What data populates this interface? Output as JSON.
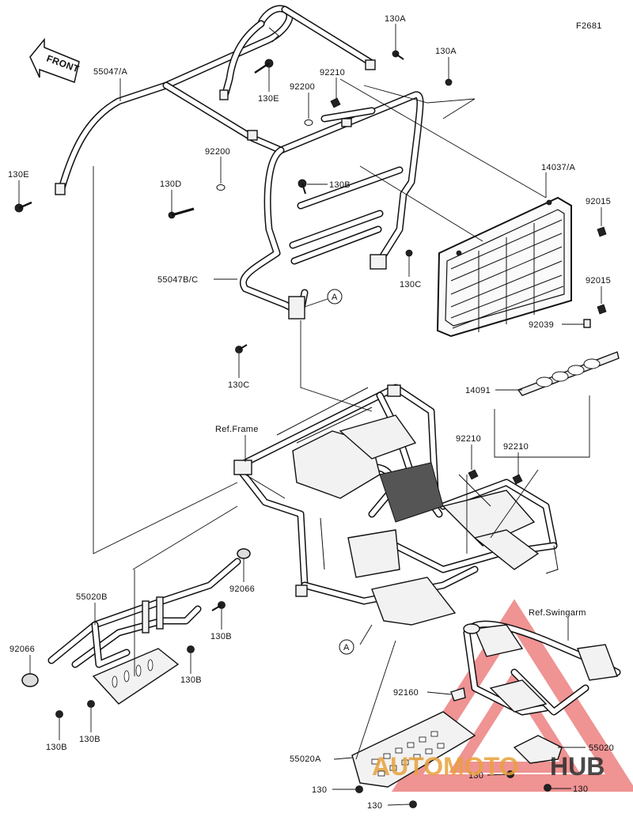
{
  "figure_id": "F2681",
  "front_arrow": "FRONT",
  "labels": {
    "p55047A": "55047/A",
    "p130E_top": "130E",
    "p130E_left": "130E",
    "p130A_1": "130A",
    "p130A_2": "130A",
    "p92210_top": "92210",
    "p92200_top": "92200",
    "p92200_mid": "92200",
    "p130D": "130D",
    "p130B_top": "130B",
    "p14037A": "14037/A",
    "p92015_1": "92015",
    "p92015_2": "92015",
    "p55047BC": "55047B/C",
    "p130C_1": "130C",
    "p130C_2": "130C",
    "p92039": "92039",
    "p14091": "14091",
    "refFrame": "Ref.Frame",
    "p92210_a": "92210",
    "p92210_b": "92210",
    "p92066_r": "92066",
    "p92066_l": "92066",
    "p55020B": "55020B",
    "p130B_1": "130B",
    "p130B_2": "130B",
    "p130B_3": "130B",
    "p130B_4": "130B",
    "refSwingarm": "Ref.Swingarm",
    "p92160": "92160",
    "p55020A": "55020A",
    "p55020": "55020",
    "p130_1": "130",
    "p130_2": "130",
    "p130_3": "130",
    "p130_4": "130",
    "refA_1": "A",
    "refA_2": "A"
  },
  "watermark": {
    "part1": "AUTOMOTO",
    "part2": "HUB",
    "color_red": "#e23b3b",
    "color_dark": "#2b2b2b"
  }
}
